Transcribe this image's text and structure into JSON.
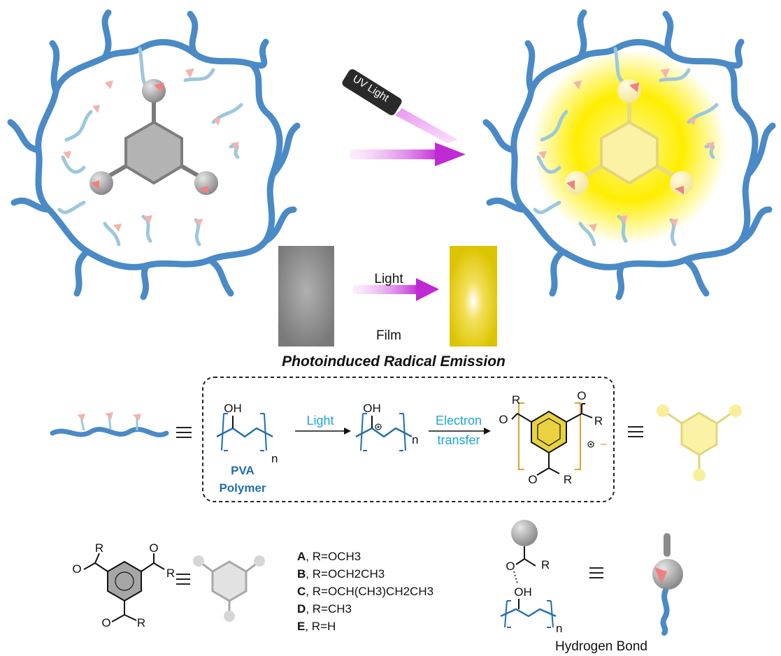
{
  "top": {
    "uv_label": "UV Light",
    "film_light_label": "Light",
    "film_label": "Film",
    "title": "Photoinduced Radical Emission"
  },
  "mechanism": {
    "oh_1": "OH",
    "n_1": "n",
    "pva_line1": "PVA",
    "pva_line2": "Polymer",
    "step1_label": "Light",
    "oh_2": "OH",
    "n_2": "n",
    "step2_line1": "Electron",
    "step2_line2": "transfer",
    "r_top_left": "R",
    "o_top_right": "O",
    "r_top_right": "R",
    "o_left": "O",
    "o_bottom": "O",
    "r_bottom": "R",
    "minus": "−"
  },
  "legend": {
    "core_r1": "R",
    "core_o1": "O",
    "core_r2": "R",
    "core_o2": "O",
    "core_o3": "O",
    "core_r3": "R",
    "compounds": [
      {
        "id": "A",
        "formula": "R=OCH3"
      },
      {
        "id": "B",
        "formula": "R=OCH2CH3"
      },
      {
        "id": "C",
        "formula": "R=OCH(CH3)CH2CH3"
      },
      {
        "id": "D",
        "formula": "R=CH3"
      },
      {
        "id": "E",
        "formula": "R=H"
      }
    ],
    "hb_o": "O",
    "hb_r": "R",
    "hb_oh": "OH",
    "hb_n": "n",
    "hb_label": "Hydrogen Bond"
  },
  "colors": {
    "polymer": "#4a8ac6",
    "linker": "#9cc8dc",
    "node_gray": "#a8a8a8",
    "glow": "#ffef00",
    "accent_purple": "#c83ad6",
    "pva_blue": "#1f6eb0",
    "transfer_cyan": "#1aa6d8",
    "bracket_orange": "#e0a030",
    "ring_yellow": "#e8d240"
  }
}
